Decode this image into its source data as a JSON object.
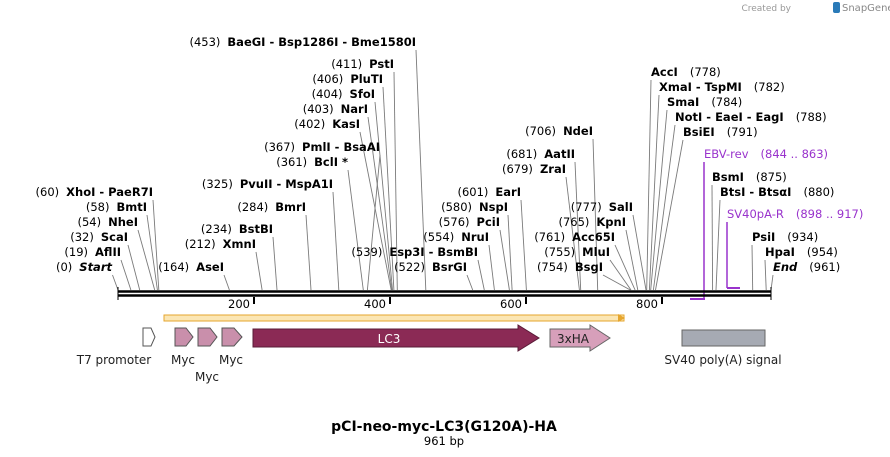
{
  "credit": {
    "prefix": "Created by",
    "brand": "SnapGene"
  },
  "map": {
    "title": "pCI-neo-myc-LC3(G120A)-HA",
    "length_label": "961 bp",
    "length_bp": 961
  },
  "ticks": [
    "200",
    "400",
    "600",
    "800"
  ],
  "sites": [
    {
      "pos": "(453)",
      "names": "BaeGI  - Bsp1286I  - Bme1580I",
      "bp": 453
    },
    {
      "pos": "(411)",
      "names": "PstI",
      "bp": 411
    },
    {
      "pos": "(406)",
      "names": "PluTI",
      "bp": 406
    },
    {
      "pos": "(404)",
      "names": "SfoI",
      "bp": 404
    },
    {
      "pos": "(403)",
      "names": "NarI",
      "bp": 403
    },
    {
      "pos": "(402)",
      "names": "KasI",
      "bp": 402
    },
    {
      "pos": "(367)",
      "names": "PmlI  - BsaAI",
      "bp": 367
    },
    {
      "pos": "(361)",
      "names": "BclI *",
      "bp": 361
    },
    {
      "pos": "(325)",
      "names": "PvuII  - MspA1I",
      "bp": 325
    },
    {
      "pos": "(284)",
      "names": "BmrI",
      "bp": 284
    },
    {
      "pos": "(234)",
      "names": "BstBI",
      "bp": 234
    },
    {
      "pos": "(212)",
      "names": "XmnI",
      "bp": 212
    },
    {
      "pos": "(164)",
      "names": "AseI",
      "bp": 164
    },
    {
      "pos": "(60)",
      "names": "XhoI  - PaeR7I",
      "bp": 60
    },
    {
      "pos": "(58)",
      "names": "BmtI",
      "bp": 58
    },
    {
      "pos": "(54)",
      "names": "NheI",
      "bp": 54
    },
    {
      "pos": "(32)",
      "names": "ScaI",
      "bp": 32
    },
    {
      "pos": "(19)",
      "names": "AflII",
      "bp": 19
    },
    {
      "pos": "(0)",
      "names": "Start",
      "bp": 0,
      "italic": true
    },
    {
      "pos": "(706)",
      "names": "NdeI",
      "bp": 706
    },
    {
      "pos": "(681)",
      "names": "AatII",
      "bp": 681
    },
    {
      "pos": "(679)",
      "names": "ZraI",
      "bp": 679
    },
    {
      "pos": "(601)",
      "names": "EarI",
      "bp": 601
    },
    {
      "pos": "(580)",
      "names": "NspI",
      "bp": 580
    },
    {
      "pos": "(576)",
      "names": "PciI",
      "bp": 576
    },
    {
      "pos": "(554)",
      "names": "NruI",
      "bp": 554
    },
    {
      "pos": "(539)",
      "names": "Esp3I  - BsmBI",
      "bp": 539
    },
    {
      "pos": "(522)",
      "names": "BsrGI",
      "bp": 522
    },
    {
      "pos": "(777)",
      "names": "SalI",
      "bp": 777
    },
    {
      "pos": "(765)",
      "names": "KpnI",
      "bp": 765
    },
    {
      "pos": "(761)",
      "names": "Acc65I",
      "bp": 761
    },
    {
      "pos": "(755)",
      "names": "MluI",
      "bp": 755
    },
    {
      "pos": "(754)",
      "names": "BsgI",
      "bp": 754
    },
    {
      "pos": "(778)",
      "names": "AccI",
      "bp": 778
    },
    {
      "pos": "(782)",
      "names": "XmaI  - TspMI",
      "bp": 782
    },
    {
      "pos": "(784)",
      "names": "SmaI",
      "bp": 784
    },
    {
      "pos": "(788)",
      "names": "NotI  - EaeI  - EagI",
      "bp": 788
    },
    {
      "pos": "(791)",
      "names": "BsiEI",
      "bp": 791
    },
    {
      "pos": "(875)",
      "names": "BsmI",
      "bp": 875
    },
    {
      "pos": "(880)",
      "names": "BtsI  - BtsαI",
      "bp": 880
    },
    {
      "pos": "(934)",
      "names": "PsiI",
      "bp": 934
    },
    {
      "pos": "(954)",
      "names": "HpaI",
      "bp": 954
    },
    {
      "pos": "(961)",
      "names": "End",
      "bp": 961,
      "italic": true
    }
  ],
  "primers": [
    {
      "name": "EBV-rev",
      "range": "(844 .. 863)",
      "start": 844,
      "end": 863
    },
    {
      "name": "SV40pA-R",
      "range": "(898 .. 917)",
      "start": 898,
      "end": 917
    }
  ],
  "features": {
    "t7": "T7 promoter",
    "myc1": "Myc",
    "myc2": "Myc",
    "myc3": "Myc",
    "lc3": "LC3",
    "ha": "3xHA",
    "sv40": "SV40 poly(A) signal"
  },
  "colors": {
    "lc3": "#8b2a55",
    "myc": "#c98fab",
    "ha": "#d79fba",
    "sv40": "#a6aab3",
    "primer": "#9933cc",
    "orf": "#e6a62e"
  }
}
